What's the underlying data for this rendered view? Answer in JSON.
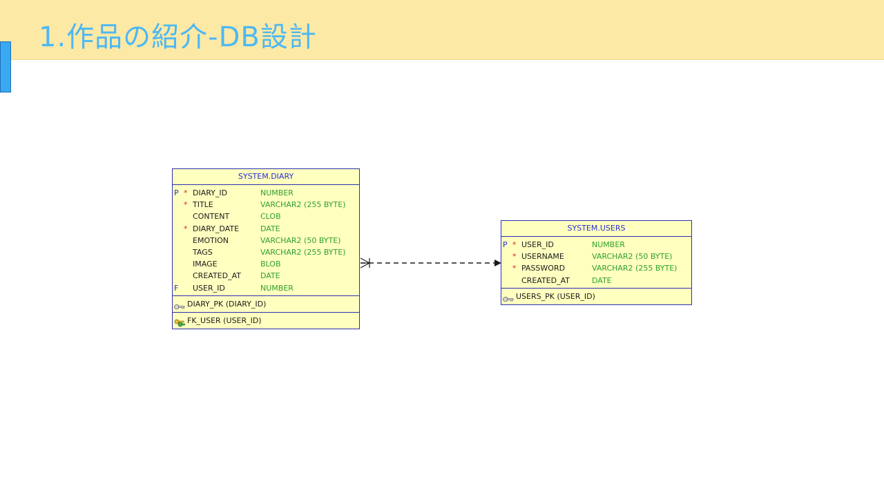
{
  "slide": {
    "title": "1.作品の紹介-DB設計"
  },
  "diagram": {
    "tables": [
      {
        "name": "SYSTEM.DIARY",
        "columns": [
          {
            "flag": "P",
            "required": "*",
            "name": "DIARY_ID",
            "type": "NUMBER"
          },
          {
            "flag": "",
            "required": "*",
            "name": "TITLE",
            "type": "VARCHAR2 (255 BYTE)"
          },
          {
            "flag": "",
            "required": "",
            "name": "CONTENT",
            "type": "CLOB"
          },
          {
            "flag": "",
            "required": "*",
            "name": "DIARY_DATE",
            "type": "DATE"
          },
          {
            "flag": "",
            "required": "",
            "name": "EMOTION",
            "type": "VARCHAR2 (50 BYTE)"
          },
          {
            "flag": "",
            "required": "",
            "name": "TAGS",
            "type": "VARCHAR2 (255 BYTE)"
          },
          {
            "flag": "",
            "required": "",
            "name": "IMAGE",
            "type": "BLOB"
          },
          {
            "flag": "",
            "required": "",
            "name": "CREATED_AT",
            "type": "DATE"
          },
          {
            "flag": "F",
            "required": "",
            "name": "USER_ID",
            "type": "NUMBER"
          }
        ],
        "keys": [
          {
            "icon": "primary-key-icon",
            "label": "DIARY_PK (DIARY_ID)"
          },
          {
            "icon": "foreign-key-icon",
            "label": "FK_USER (USER_ID)"
          }
        ]
      },
      {
        "name": "SYSTEM.USERS",
        "columns": [
          {
            "flag": "P",
            "required": "*",
            "name": "USER_ID",
            "type": "NUMBER"
          },
          {
            "flag": "",
            "required": "*",
            "name": "USERNAME",
            "type": "VARCHAR2 (50 BYTE)"
          },
          {
            "flag": "",
            "required": "*",
            "name": "PASSWORD",
            "type": "VARCHAR2 (255 BYTE)"
          },
          {
            "flag": "",
            "required": "",
            "name": "CREATED_AT",
            "type": "DATE"
          }
        ],
        "keys": [
          {
            "icon": "primary-key-icon",
            "label": "USERS_PK (USER_ID)"
          }
        ]
      }
    ],
    "relationship": {
      "from": "SYSTEM.DIARY",
      "to": "SYSTEM.USERS",
      "from_end": "many-crow-foot",
      "to_end": "arrow",
      "line_style": "dashed"
    }
  },
  "colors": {
    "title_bar": "#fde9a6",
    "title_text": "#4db8f2",
    "accent_bar": "#3ba8f2",
    "table_fill": "#ffffc0",
    "table_border": "#2a2fb0",
    "column_type": "#2f9f2a",
    "required_mark": "#e0202a"
  }
}
